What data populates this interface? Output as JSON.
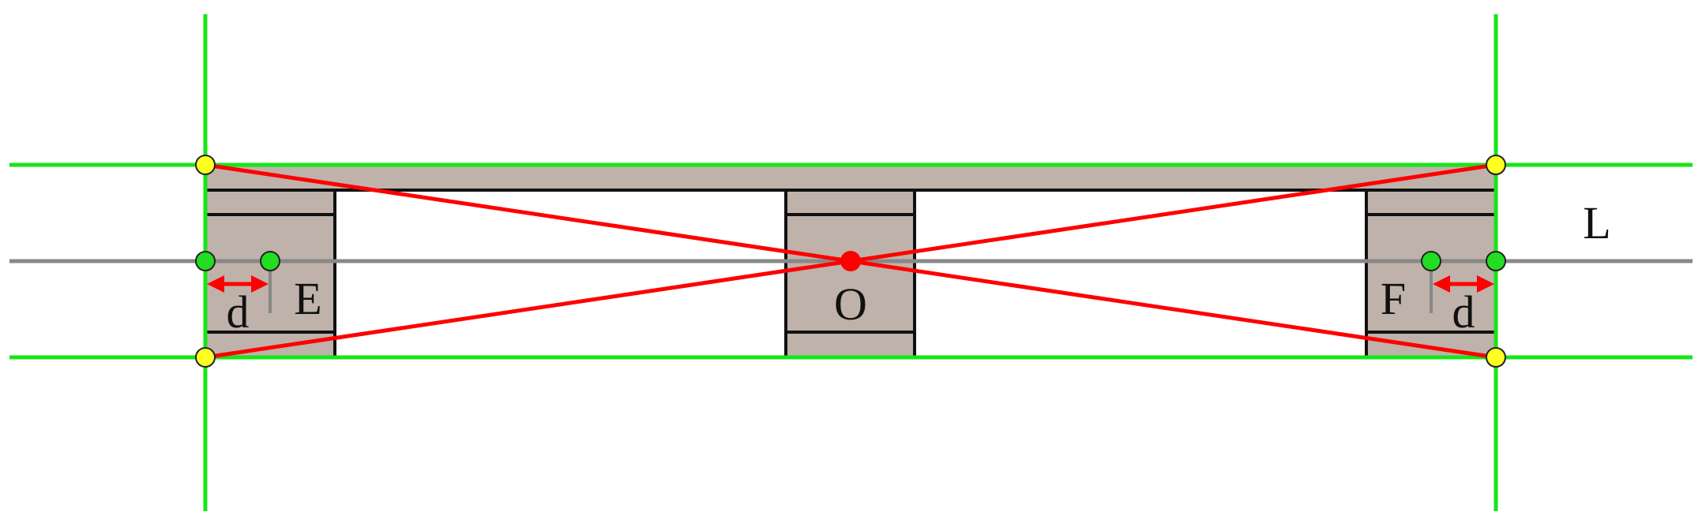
{
  "labels": {
    "line": "L",
    "center": "O",
    "left_point": "E",
    "right_point": "F",
    "offset_left": "d",
    "offset_right": "d"
  },
  "colors": {
    "background": "#ffffff",
    "guide_line": "#16e616",
    "axis_line": "#888888",
    "diagonal": "#ff0000",
    "fill": "#bfb2aa",
    "outline": "#111111",
    "corner_point": "#ffff22",
    "axis_point": "#22dd22",
    "center_point": "#ff0000"
  }
}
